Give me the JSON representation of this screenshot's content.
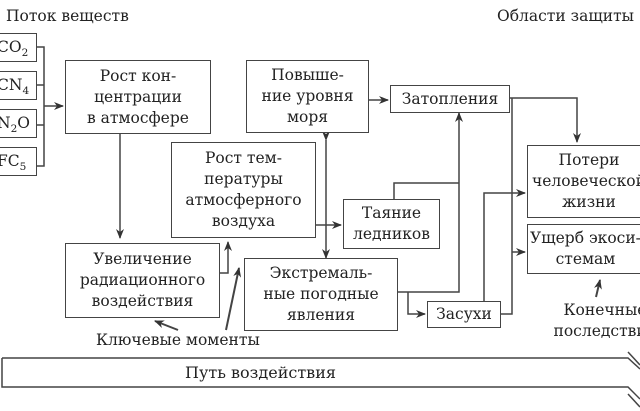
{
  "headers": {
    "substance_flow": "Поток веществ",
    "protection_areas": "Области защиты"
  },
  "gases": [
    {
      "name": "CO",
      "sub": "2",
      "label": "CO₂"
    },
    {
      "name": "CN",
      "sub": "4",
      "label": "CN₄"
    },
    {
      "name": "N",
      "sub": "2",
      "tail": "O",
      "label": "N₂O"
    },
    {
      "name": "FC",
      "sub": "5",
      "label": "FC₅"
    }
  ],
  "nodes": {
    "concentration_growth": "Рост кон-\nцентрации\nв атмосфере",
    "sea_level_rise": "Повыше-\nние уровня\nморя",
    "flooding": "Затопления",
    "temperature_growth": "Рост тем-\nпературы\nатмосферного\nвоздуха",
    "glacier_melting": "Таяние\nледников",
    "radiative_forcing": "Увеличение\nрадиационного\nвоздействия",
    "extreme_weather": "Экстремаль-\nные погодные\nявления",
    "droughts": "Засухи",
    "human_life_loss": "Потери\nчеловеческой\nжизни",
    "ecosystem_damage": "Ущерб экоси-\nстемам"
  },
  "annotations": {
    "key_moments": "Ключевые моменты",
    "end_consequences": "Конечные\nпоследствия"
  },
  "impact_path": "Путь воздействия",
  "colors": {
    "line": "#444444",
    "text": "#222222",
    "background": "#ffffff"
  }
}
